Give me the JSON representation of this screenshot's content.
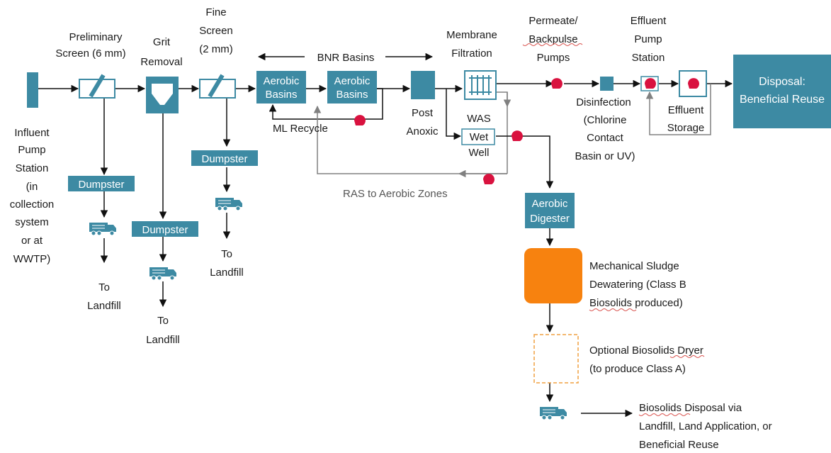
{
  "colors": {
    "accent": "#3d8aa3",
    "pump": "#d9123f",
    "dewatering": "#f7820f",
    "dryer_border": "#f0a040",
    "flow_line": "#111111",
    "recycle_line": "#808080"
  },
  "labels": {
    "influent": [
      "Influent",
      "Pump",
      "Station",
      "(in",
      "collection",
      "system",
      "or at",
      "WWTP)"
    ],
    "preliminary_screen": [
      "Preliminary",
      "Screen (6 mm)"
    ],
    "grit_removal": [
      "Grit",
      "Removal"
    ],
    "fine_screen": [
      "Fine",
      "Screen",
      "(2 mm)"
    ],
    "bnr_basins": "BNR Basins",
    "aerobic_basins_1": [
      "Aerobic",
      "Basins"
    ],
    "aerobic_basins_2": [
      "Aerobic",
      "Basins"
    ],
    "ml_recycle": "ML Recycle",
    "post_anoxic": [
      "Post",
      "Anoxic"
    ],
    "membrane_filtration": [
      "Membrane",
      "Filtration"
    ],
    "was_wet_well": [
      "WAS",
      "Wet",
      "Well"
    ],
    "ras": "RAS to Aerobic Zones",
    "permeate_pumps": [
      "Permeate/",
      "Backpulse",
      "Pumps"
    ],
    "disinfection": [
      "Disinfection",
      "(Chlorine",
      "Contact",
      "Basin or UV)"
    ],
    "effluent_pump_station": [
      "Effluent",
      "Pump",
      "Station"
    ],
    "effluent_storage": [
      "Effluent",
      "Storage"
    ],
    "disposal": [
      "Disposal:",
      "Beneficial Reuse"
    ],
    "dumpster_1": "Dumpster",
    "dumpster_2": "Dumpster",
    "dumpster_3": "Dumpster",
    "to_landfill_1": [
      "To",
      "Landfill"
    ],
    "to_landfill_2": [
      "To",
      "Landfill"
    ],
    "to_landfill_3": [
      "To",
      "Landfill"
    ],
    "aerobic_digester": [
      "Aerobic",
      "Digester"
    ],
    "dewatering": [
      "Mechanical Sludge",
      "Dewatering  (Class B",
      "Biosolids produced)"
    ],
    "dryer": [
      "Optional Biosolids Dryer",
      "(to produce Class A)"
    ],
    "biosolids_disposal": [
      "Biosolids Disposal via",
      "Landfill, Land Application, or",
      "Beneficial Reuse"
    ]
  },
  "icons": [
    "screen-icon",
    "grit-hopper-icon",
    "membrane-icon",
    "pump-icon",
    "truck-icon",
    "tank-icon"
  ]
}
